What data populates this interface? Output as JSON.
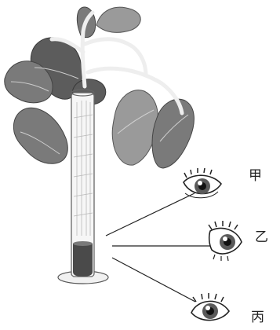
{
  "eyes": {
    "a": {
      "label": "甲"
    },
    "b": {
      "label": "乙"
    },
    "c": {
      "label": "丙"
    }
  },
  "colors": {
    "leaf_dark": "#5c5c5c",
    "leaf_mid": "#7a7a7a",
    "leaf_light": "#9a9a9a",
    "stem": "#eeeeee",
    "tube": "#f6f6f6",
    "liquid": "#4a4a4a",
    "line": "#222222",
    "iris": "#5a5a5a"
  },
  "icons": [
    "eye-icon"
  ]
}
